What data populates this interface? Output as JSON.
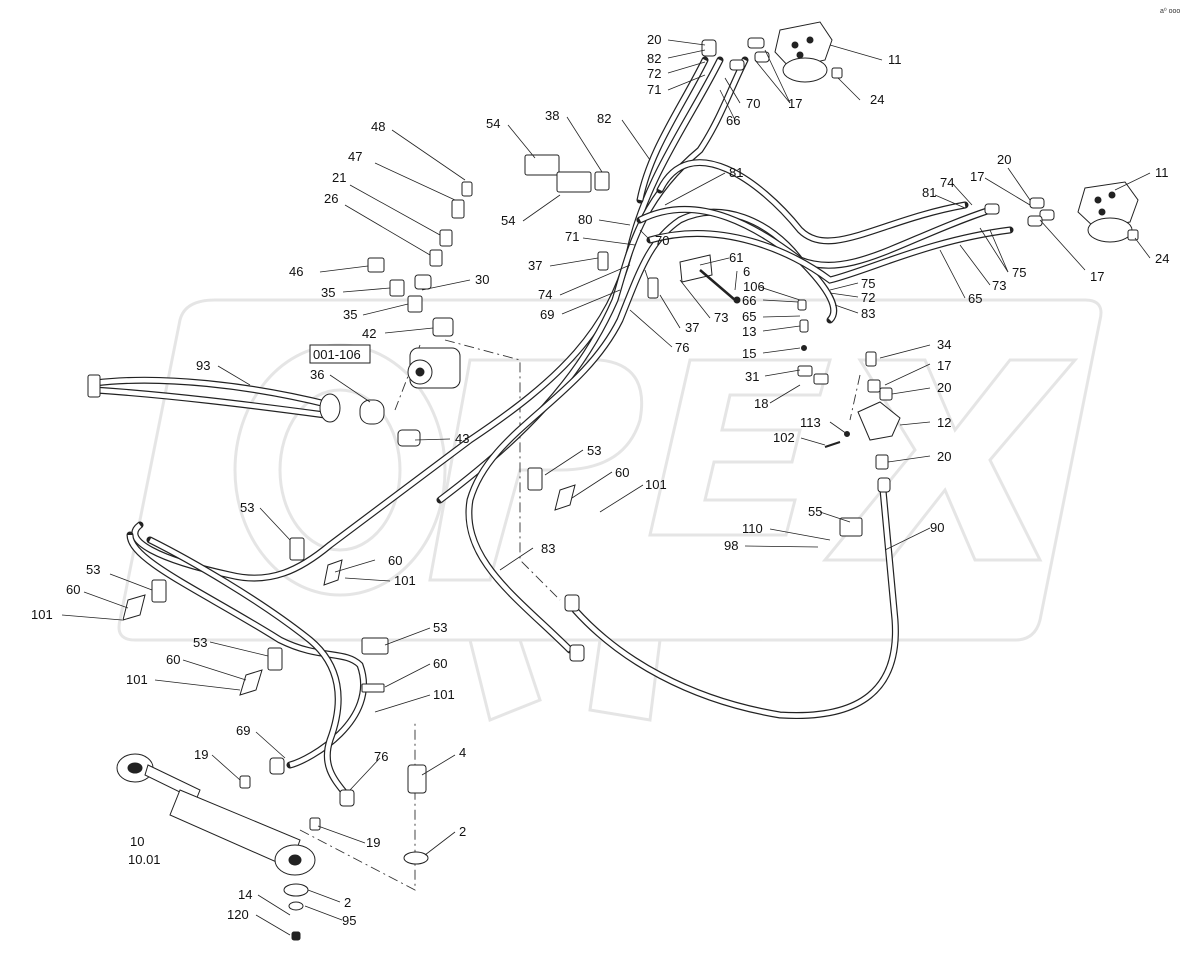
{
  "corner_mark": "a⁰ ooo",
  "watermark": "OPEX",
  "labels": [
    {
      "id": "l20a",
      "text": "20"
    },
    {
      "id": "l82a",
      "text": "82"
    },
    {
      "id": "l72a",
      "text": "72"
    },
    {
      "id": "l71a",
      "text": "71"
    },
    {
      "id": "l70a",
      "text": "70"
    },
    {
      "id": "l17a",
      "text": "17"
    },
    {
      "id": "l11a",
      "text": "11"
    },
    {
      "id": "l24a",
      "text": "24"
    },
    {
      "id": "l66a",
      "text": "66"
    },
    {
      "id": "l48",
      "text": "48"
    },
    {
      "id": "l47",
      "text": "47"
    },
    {
      "id": "l21",
      "text": "21"
    },
    {
      "id": "l26",
      "text": "26"
    },
    {
      "id": "l46",
      "text": "46"
    },
    {
      "id": "l35a",
      "text": "35"
    },
    {
      "id": "l30",
      "text": "30"
    },
    {
      "id": "l35b",
      "text": "35"
    },
    {
      "id": "l42",
      "text": "42"
    },
    {
      "id": "lbox",
      "text": "001-106"
    },
    {
      "id": "l36",
      "text": "36"
    },
    {
      "id": "l93",
      "text": "93"
    },
    {
      "id": "l43",
      "text": "43"
    },
    {
      "id": "l54a",
      "text": "54"
    },
    {
      "id": "l38",
      "text": "38"
    },
    {
      "id": "l82b",
      "text": "82"
    },
    {
      "id": "l81a",
      "text": "81"
    },
    {
      "id": "l54b",
      "text": "54"
    },
    {
      "id": "l80",
      "text": "80"
    },
    {
      "id": "l71b",
      "text": "71"
    },
    {
      "id": "l70b",
      "text": "70"
    },
    {
      "id": "l37a",
      "text": "37"
    },
    {
      "id": "l61",
      "text": "61"
    },
    {
      "id": "l6",
      "text": "6"
    },
    {
      "id": "l74a",
      "text": "74"
    },
    {
      "id": "l69a",
      "text": "69"
    },
    {
      "id": "l73a",
      "text": "73"
    },
    {
      "id": "l37b",
      "text": "37"
    },
    {
      "id": "l76a",
      "text": "76"
    },
    {
      "id": "l106",
      "text": "106"
    },
    {
      "id": "l66b",
      "text": "66"
    },
    {
      "id": "l65a",
      "text": "65"
    },
    {
      "id": "l13",
      "text": "13"
    },
    {
      "id": "l15",
      "text": "15"
    },
    {
      "id": "l31",
      "text": "31"
    },
    {
      "id": "l18",
      "text": "18"
    },
    {
      "id": "l113",
      "text": "113"
    },
    {
      "id": "l102",
      "text": "102"
    },
    {
      "id": "l20b",
      "text": "20"
    },
    {
      "id": "l74b",
      "text": "74"
    },
    {
      "id": "l81b",
      "text": "81"
    },
    {
      "id": "l17b",
      "text": "17"
    },
    {
      "id": "l11b",
      "text": "11"
    },
    {
      "id": "l75a",
      "text": "75"
    },
    {
      "id": "l72b",
      "text": "72"
    },
    {
      "id": "l83a",
      "text": "83"
    },
    {
      "id": "l73b",
      "text": "73"
    },
    {
      "id": "l75b",
      "text": "75"
    },
    {
      "id": "l65b",
      "text": "65"
    },
    {
      "id": "l17c",
      "text": "17"
    },
    {
      "id": "l24b",
      "text": "24"
    },
    {
      "id": "l34",
      "text": "34"
    },
    {
      "id": "l17d",
      "text": "17"
    },
    {
      "id": "l20c",
      "text": "20"
    },
    {
      "id": "l12",
      "text": "12"
    },
    {
      "id": "l20d",
      "text": "20"
    },
    {
      "id": "l53a",
      "text": "53"
    },
    {
      "id": "l60a",
      "text": "60"
    },
    {
      "id": "l101a",
      "text": "101"
    },
    {
      "id": "l53b",
      "text": "53"
    },
    {
      "id": "l60b",
      "text": "60"
    },
    {
      "id": "l101b",
      "text": "101"
    },
    {
      "id": "l83b",
      "text": "83"
    },
    {
      "id": "l55",
      "text": "55"
    },
    {
      "id": "l110",
      "text": "110"
    },
    {
      "id": "l98",
      "text": "98"
    },
    {
      "id": "l90",
      "text": "90"
    },
    {
      "id": "l53c",
      "text": "53"
    },
    {
      "id": "l60c",
      "text": "60"
    },
    {
      "id": "l101c",
      "text": "101"
    },
    {
      "id": "l53d",
      "text": "53"
    },
    {
      "id": "l53e",
      "text": "53"
    },
    {
      "id": "l60d",
      "text": "60"
    },
    {
      "id": "l60e",
      "text": "60"
    },
    {
      "id": "l101d",
      "text": "101"
    },
    {
      "id": "l101e",
      "text": "101"
    },
    {
      "id": "l69b",
      "text": "69"
    },
    {
      "id": "l76b",
      "text": "76"
    },
    {
      "id": "l4",
      "text": "4"
    },
    {
      "id": "l19a",
      "text": "19"
    },
    {
      "id": "l19b",
      "text": "19"
    },
    {
      "id": "l10",
      "text": "10"
    },
    {
      "id": "l1001",
      "text": "10.01"
    },
    {
      "id": "l2a",
      "text": "2"
    },
    {
      "id": "l2b",
      "text": "2"
    },
    {
      "id": "l14",
      "text": "14"
    },
    {
      "id": "l120",
      "text": "120"
    },
    {
      "id": "l95",
      "text": "95"
    }
  ]
}
